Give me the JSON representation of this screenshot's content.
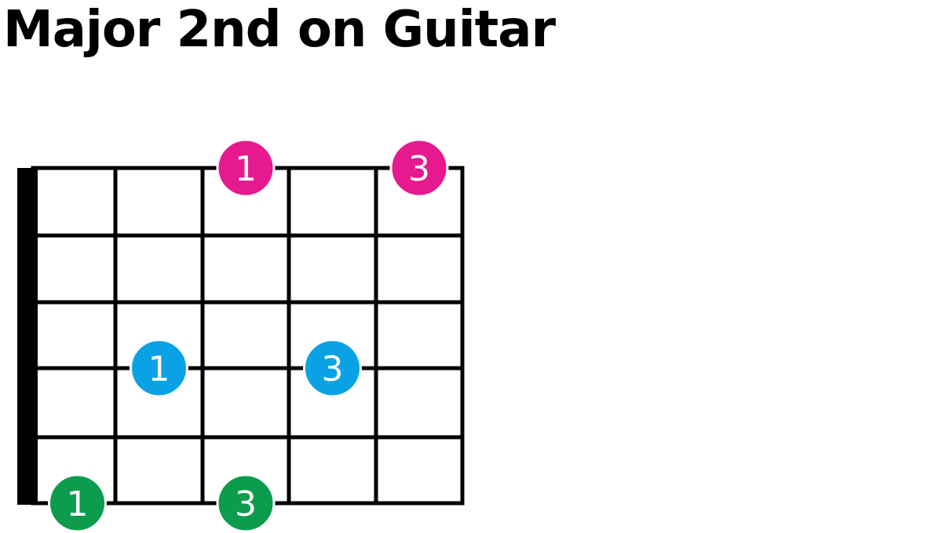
{
  "title": "Major 2nd on Guitar",
  "colors": {
    "pink": "#e6198f",
    "blue": "#0aa2e4",
    "green": "#0d9b4d",
    "grid": "#000000"
  },
  "fretboard": {
    "strings": 6,
    "frets": 5,
    "nut": true
  },
  "notes": [
    {
      "string": 6,
      "fret": 3,
      "label": "1",
      "color": "pink"
    },
    {
      "string": 6,
      "fret": 5,
      "label": "3",
      "color": "pink"
    },
    {
      "string": 3,
      "fret": 2,
      "label": "1",
      "color": "blue"
    },
    {
      "string": 3,
      "fret": 4,
      "label": "3",
      "color": "blue"
    },
    {
      "string": 1,
      "fret": 1,
      "label": "1",
      "color": "green"
    },
    {
      "string": 1,
      "fret": 3,
      "label": "3",
      "color": "green"
    }
  ]
}
